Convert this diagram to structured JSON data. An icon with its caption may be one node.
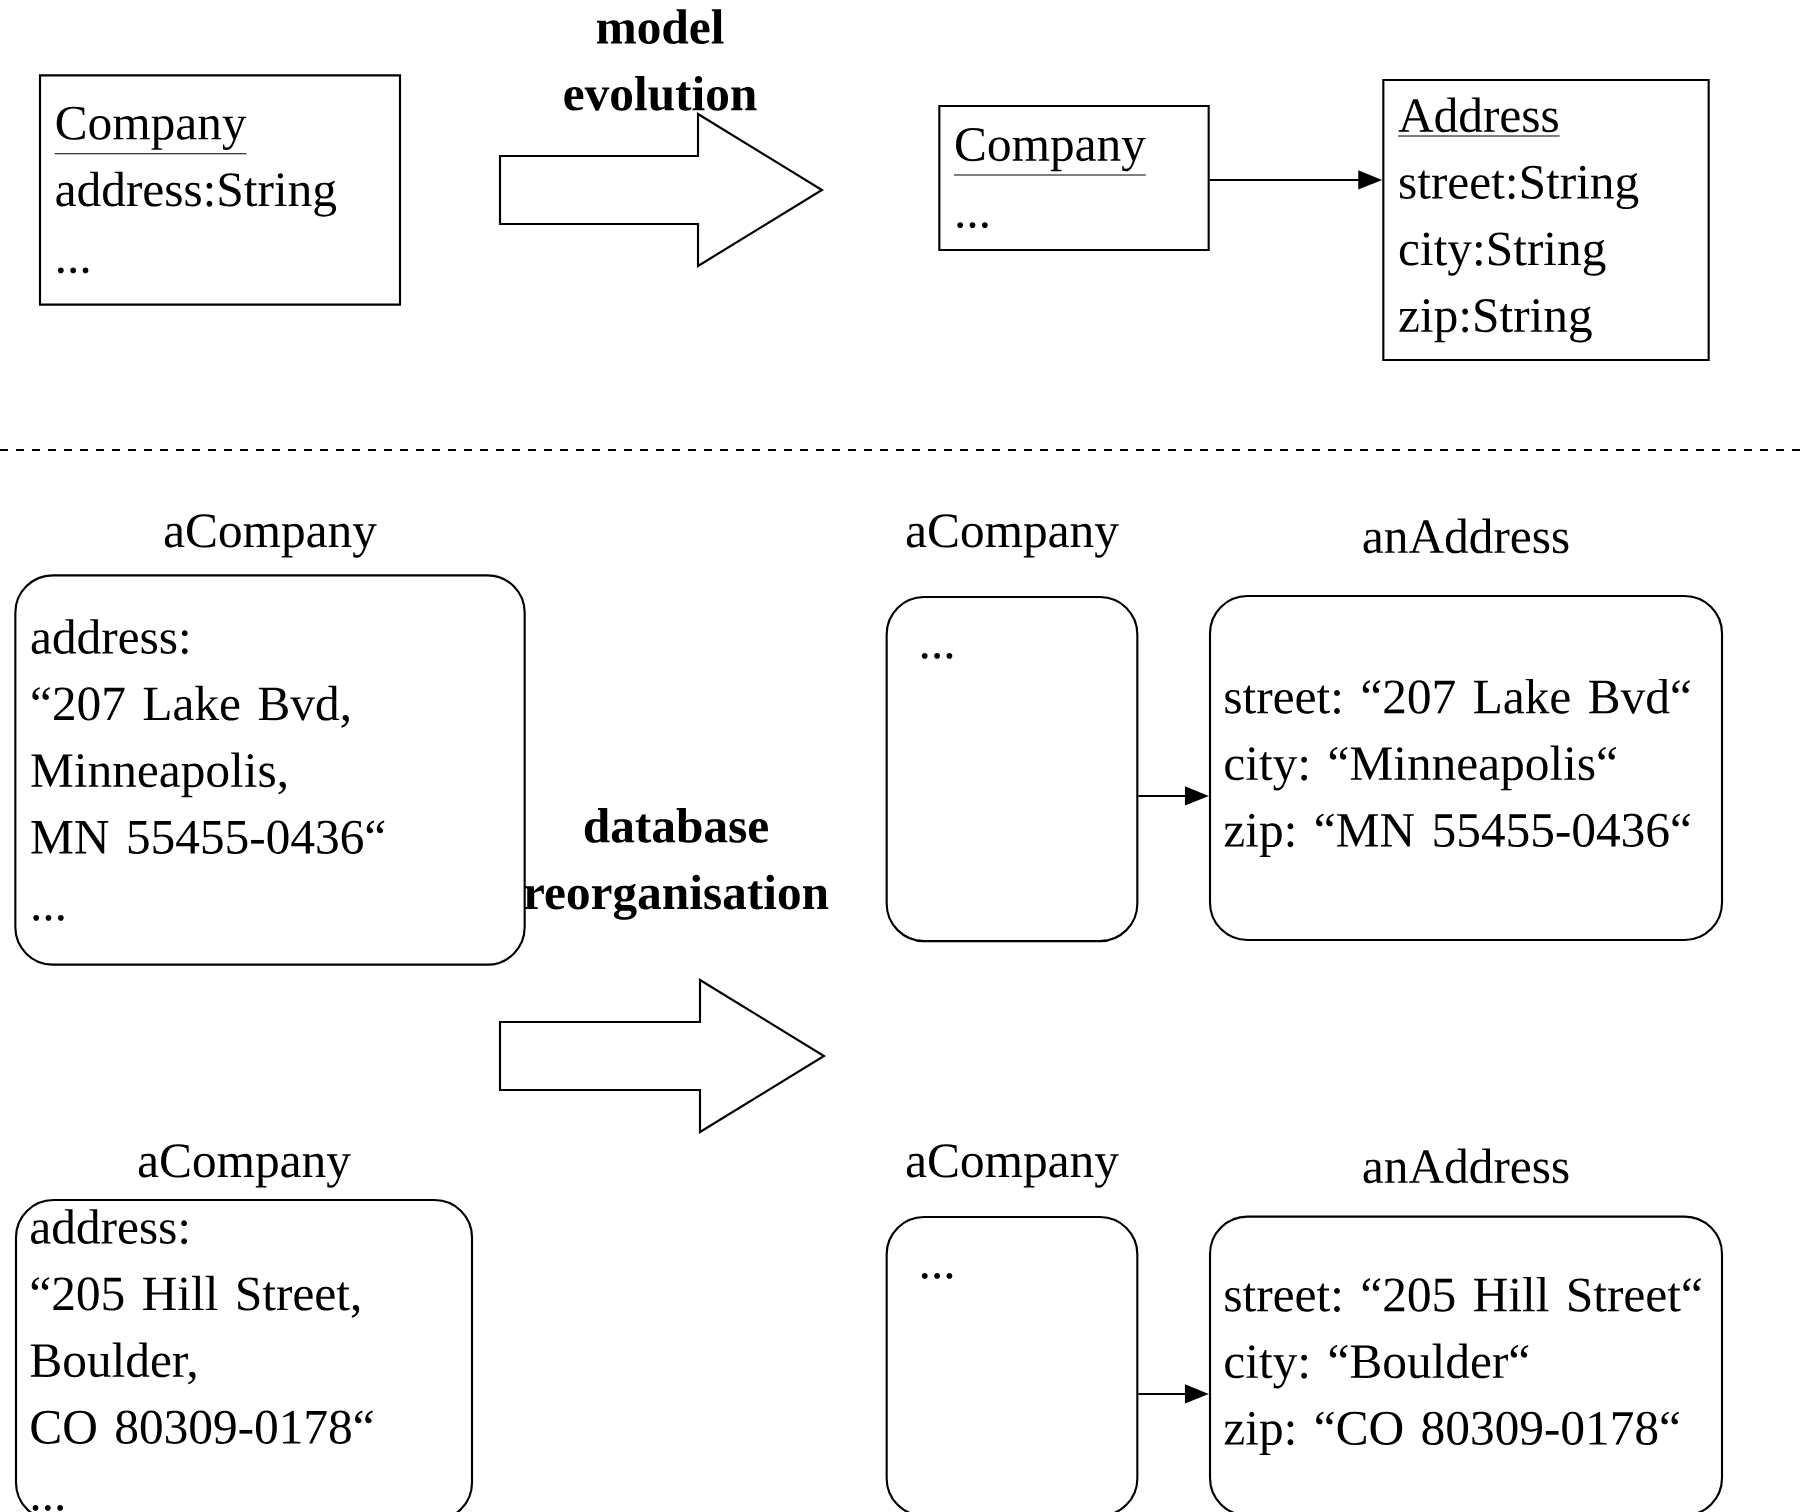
{
  "diagram": {
    "nodes": [
      {
        "text": [
          "Company",
          "address:String",
          "..."
        ]
      },
      {
        "text": [
          "Company",
          "..."
        ]
      },
      {
        "text": [
          "Address",
          "street:String",
          "city:String",
          "zip:String"
        ]
      },
      {
        "text": [
          "address:",
          "“207 Lake Bvd,",
          "Minneapolis,",
          "MN 55455-0436“",
          "..."
        ],
        "beside": [
          "aCompany"
        ]
      },
      {
        "text": [
          "address:",
          "“205 Hill Street,",
          "Boulder,",
          "CO 80309-0178“",
          "..."
        ],
        "beside": [
          "aCompany"
        ]
      },
      {
        "text": [
          "..."
        ],
        "beside": [
          "aCompany"
        ]
      },
      {
        "text": [
          "street: “207 Lake Bvd“",
          "city: “Minneapolis“",
          "zip: “MN 55455-0436“"
        ],
        "beside": [
          "anAddress"
        ]
      },
      {
        "text": [
          "..."
        ],
        "beside": [
          "aCompany"
        ]
      },
      {
        "text": [
          "street: “205 Hill Street“",
          "city: “Boulder“",
          "zip: “CO 80309-0178“"
        ],
        "beside": [
          "anAddress"
        ]
      }
    ],
    "edges": [
      {
        "from": 0,
        "to": 1,
        "arrow": "to",
        "label": "model evolution",
        "style": "thick"
      },
      {
        "from": 1,
        "to": 2,
        "arrow": "to"
      },
      {
        "from": 5,
        "to": 6,
        "arrow": "to"
      },
      {
        "from": 7,
        "to": 8,
        "arrow": "to"
      }
    ],
    "labels": [
      "database reorganisation"
    ]
  }
}
